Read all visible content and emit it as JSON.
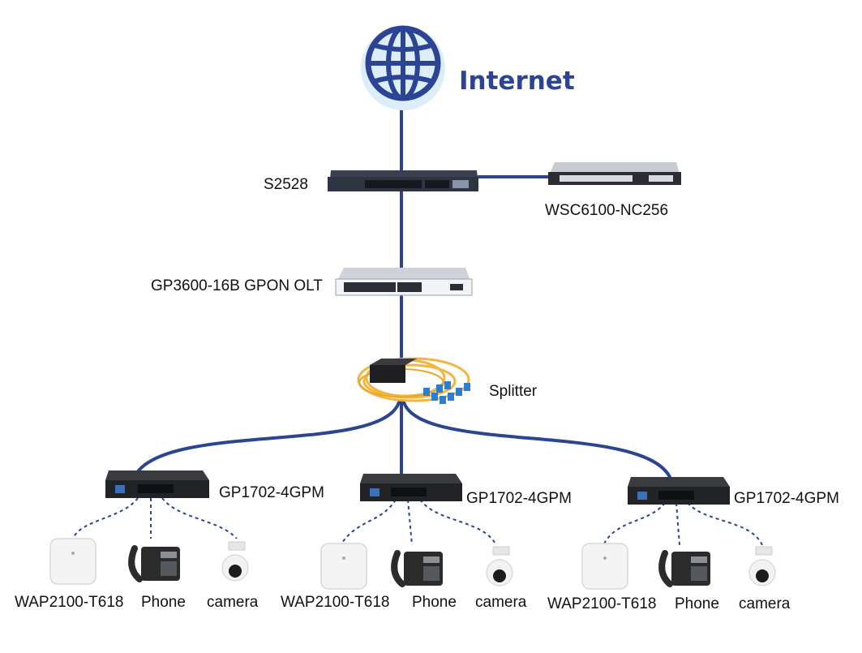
{
  "internet": {
    "label": "Internet"
  },
  "core_switch": {
    "label": "S2528"
  },
  "controller": {
    "label": "WSC6100-NC256"
  },
  "olt": {
    "label": "GP3600-16B GPON OLT"
  },
  "splitter": {
    "label": "Splitter"
  },
  "onus": [
    {
      "label": "GP1702-4GPM",
      "devices": [
        "WAP2100-T618",
        "Phone",
        "camera"
      ]
    },
    {
      "label": "GP1702-4GPM",
      "devices": [
        "WAP2100-T618",
        "Phone",
        "camera"
      ]
    },
    {
      "label": "GP1702-4GPM",
      "devices": [
        "WAP2100-T618",
        "Phone",
        "camera"
      ]
    }
  ],
  "colors": {
    "link": "#2b4494",
    "globe": "#2b4494",
    "globe_halo": "#dbeef9",
    "fiber": "#f2b63c",
    "connector": "#2a7fd4",
    "device": "#2b2b2b"
  },
  "icons": [
    "globe-icon",
    "switch-icon",
    "controller-icon",
    "olt-icon",
    "splitter-icon",
    "onu-icon",
    "access-point-icon",
    "phone-icon",
    "camera-icon"
  ]
}
